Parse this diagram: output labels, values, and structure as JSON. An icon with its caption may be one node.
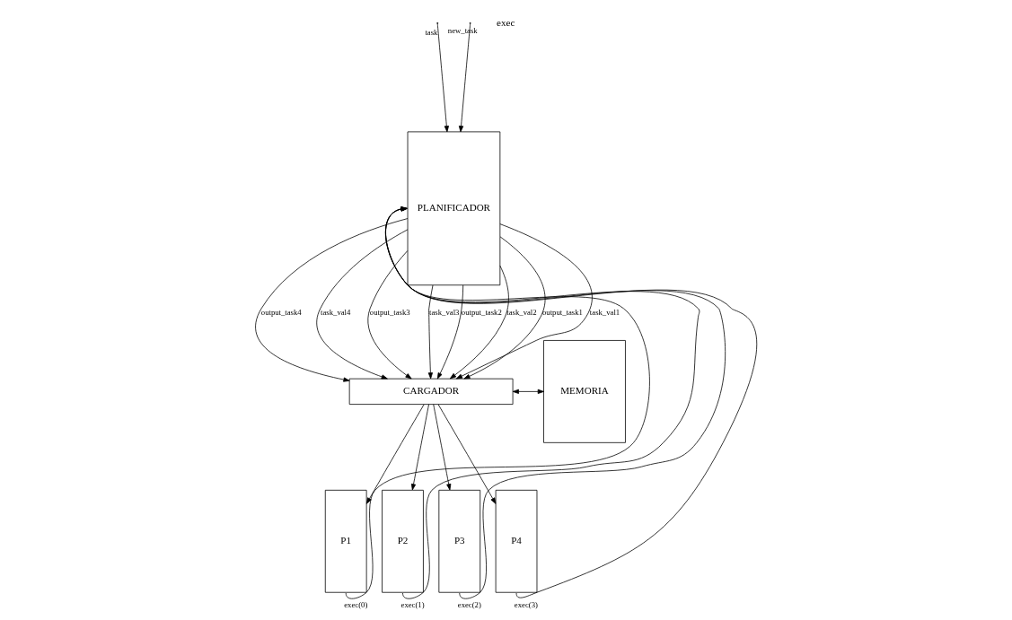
{
  "diagram": {
    "nodes": [
      {
        "text": [
          "PLANIFICADOR"
        ]
      },
      {
        "text": [
          "CARGADOR"
        ]
      },
      {
        "text": [
          "MEMORIA"
        ]
      },
      {
        "text": [
          "P1"
        ]
      },
      {
        "text": [
          "P2"
        ]
      },
      {
        "text": [
          "P3"
        ]
      },
      {
        "text": [
          "P4"
        ]
      }
    ],
    "edges": [
      {
        "from": null,
        "to": 0,
        "arrow": "to",
        "label": "task"
      },
      {
        "from": null,
        "to": 0,
        "arrow": "to",
        "label": "new_task"
      },
      {
        "from": 0,
        "to": 1,
        "arrow": "to",
        "label": "output_task4"
      },
      {
        "from": 0,
        "to": 1,
        "arrow": "to",
        "label": "task_val4"
      },
      {
        "from": 0,
        "to": 1,
        "arrow": "to",
        "label": "output_task3"
      },
      {
        "from": 0,
        "to": 1,
        "arrow": "to",
        "label": "task_val3"
      },
      {
        "from": 0,
        "to": 1,
        "arrow": "to",
        "label": "output_task2"
      },
      {
        "from": 0,
        "to": 1,
        "arrow": "to",
        "label": "task_val2"
      },
      {
        "from": 0,
        "to": 1,
        "arrow": "to",
        "label": "output_task1"
      },
      {
        "from": 0,
        "to": 1,
        "arrow": "to",
        "label": "task_val1"
      },
      {
        "from": 1,
        "to": 2,
        "arrow": "both"
      },
      {
        "from": 1,
        "to": 3,
        "arrow": "to"
      },
      {
        "from": 1,
        "to": 4,
        "arrow": "to"
      },
      {
        "from": 1,
        "to": 5,
        "arrow": "to"
      },
      {
        "from": 1,
        "to": 6,
        "arrow": "to"
      },
      {
        "from": 3,
        "to": 0,
        "arrow": "to",
        "label": "exec(0)"
      },
      {
        "from": 4,
        "to": 0,
        "arrow": "to",
        "label": "exec(1)"
      },
      {
        "from": 5,
        "to": 0,
        "arrow": "to",
        "label": "exec(2)"
      },
      {
        "from": 6,
        "to": 0,
        "arrow": "to",
        "label": "exec(3)"
      }
    ],
    "labels": [
      "exec"
    ]
  }
}
